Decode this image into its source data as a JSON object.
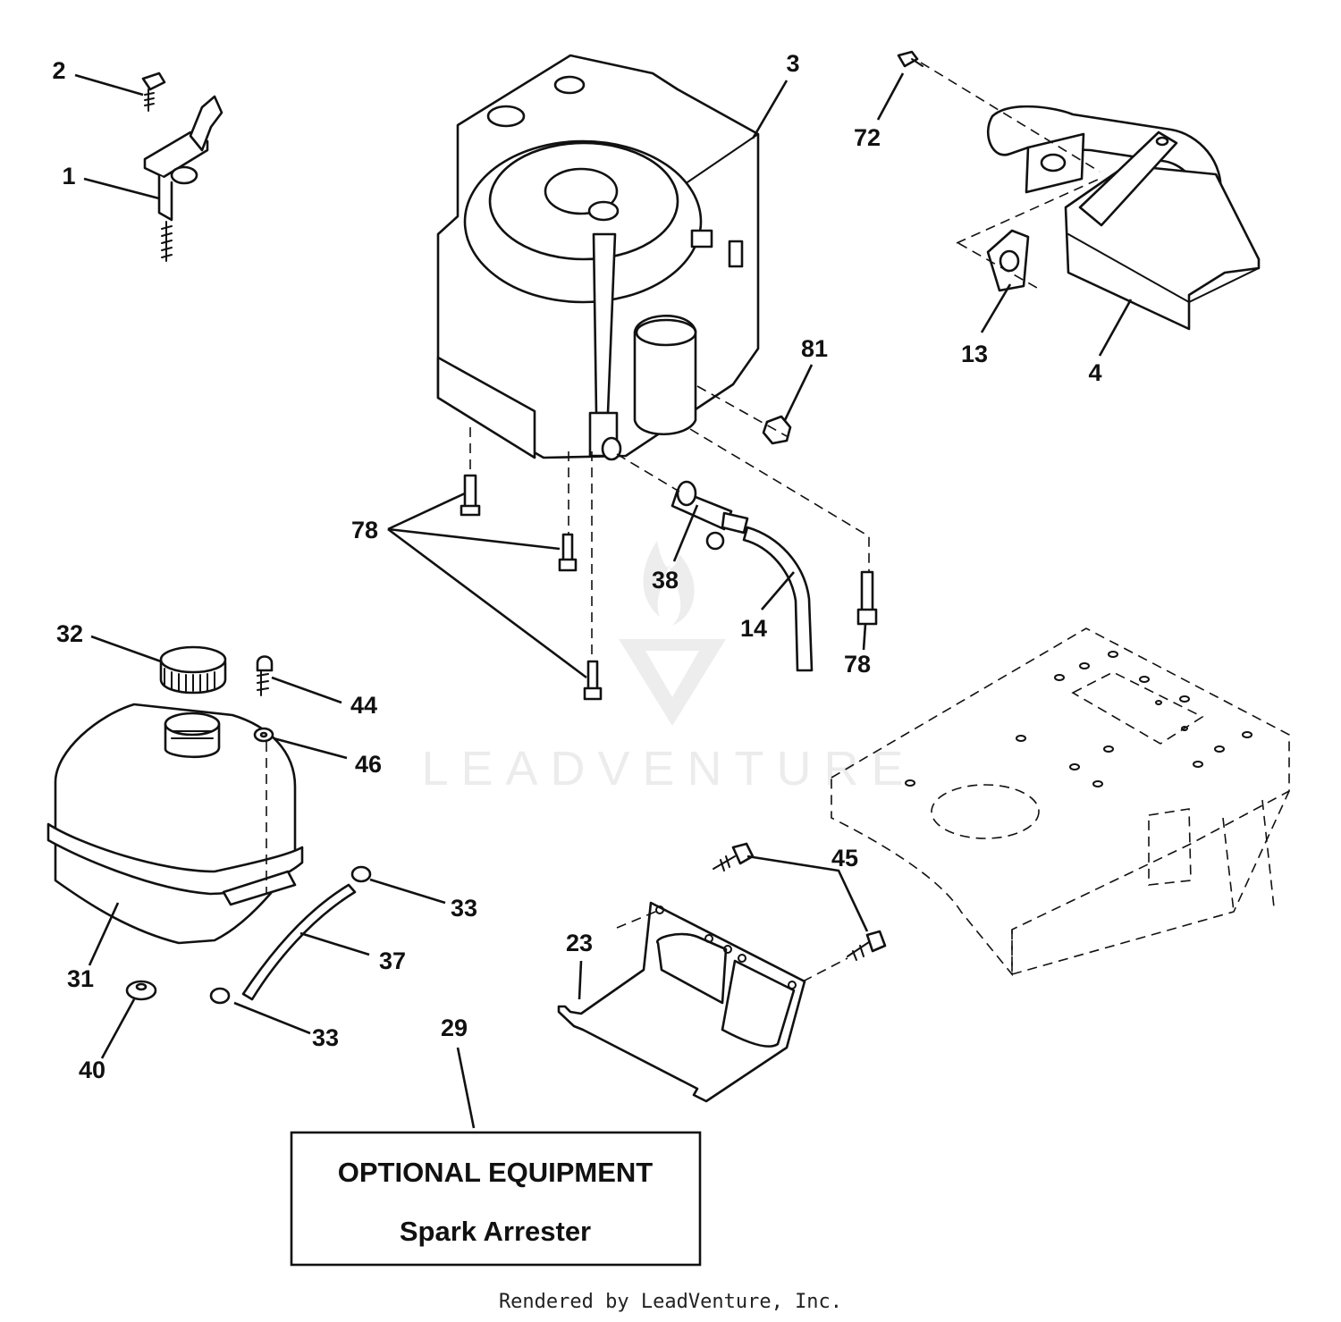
{
  "diagram": {
    "callouts": [
      {
        "id": "c2",
        "text": "2"
      },
      {
        "id": "c1",
        "text": "1"
      },
      {
        "id": "c3",
        "text": "3"
      },
      {
        "id": "c72",
        "text": "72"
      },
      {
        "id": "c13",
        "text": "13"
      },
      {
        "id": "c4",
        "text": "4"
      },
      {
        "id": "c81",
        "text": "81"
      },
      {
        "id": "c78a",
        "text": "78"
      },
      {
        "id": "c38",
        "text": "38"
      },
      {
        "id": "c14",
        "text": "14"
      },
      {
        "id": "c78b",
        "text": "78"
      },
      {
        "id": "c32",
        "text": "32"
      },
      {
        "id": "c44",
        "text": "44"
      },
      {
        "id": "c46",
        "text": "46"
      },
      {
        "id": "c45",
        "text": "45"
      },
      {
        "id": "c33a",
        "text": "33"
      },
      {
        "id": "c37",
        "text": "37"
      },
      {
        "id": "c31",
        "text": "31"
      },
      {
        "id": "c23",
        "text": "23"
      },
      {
        "id": "c33b",
        "text": "33"
      },
      {
        "id": "c40",
        "text": "40"
      },
      {
        "id": "c29",
        "text": "29"
      }
    ],
    "optional_box": {
      "title": "OPTIONAL EQUIPMENT",
      "subtitle": "Spark Arrester"
    },
    "watermark": "LEADVENTURE",
    "footer": "Rendered by LeadVenture, Inc."
  }
}
